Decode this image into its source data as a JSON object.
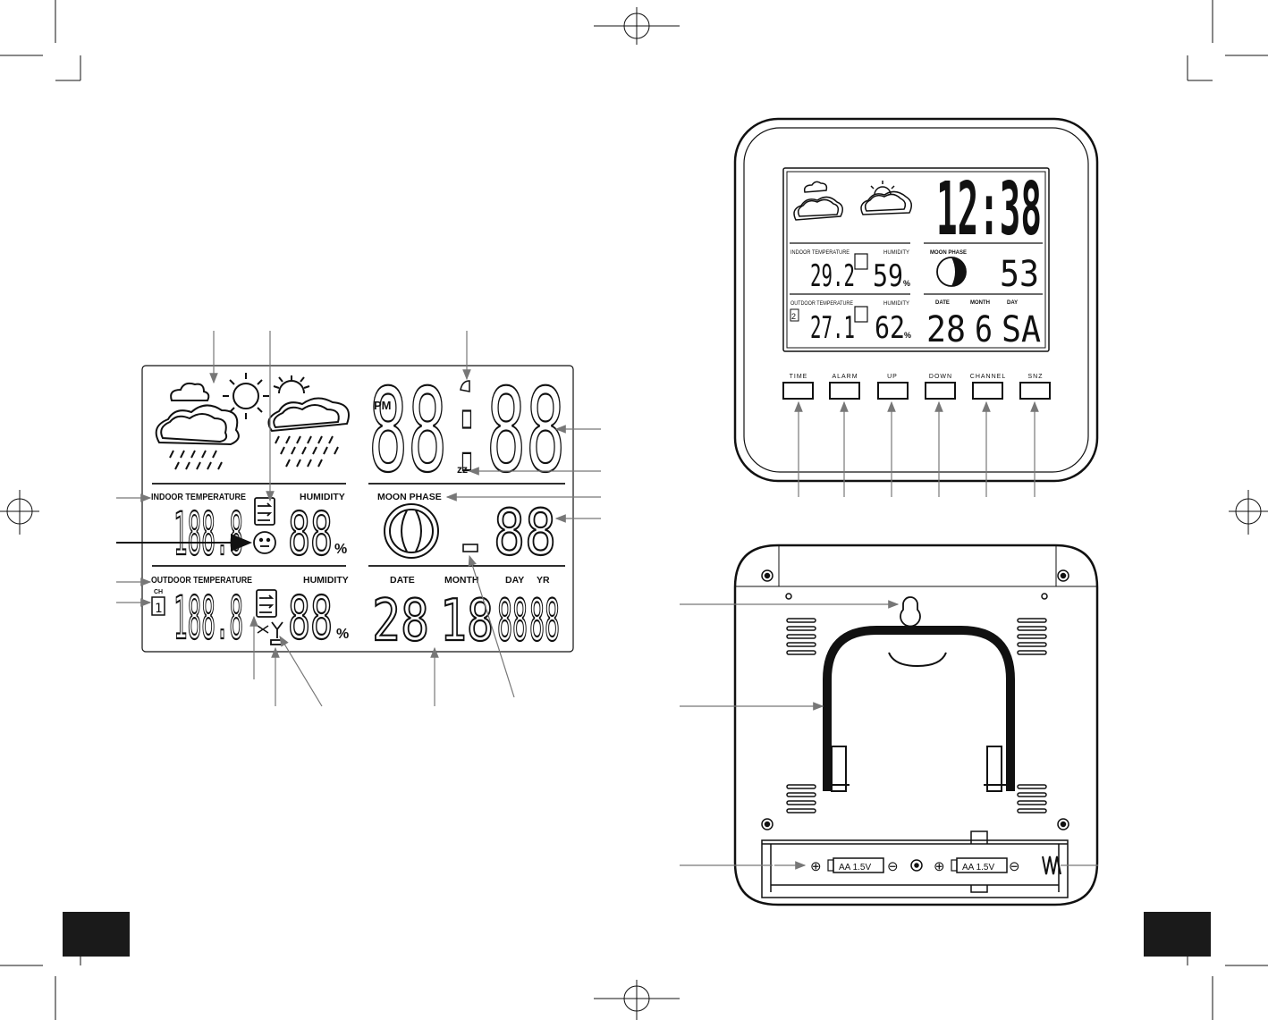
{
  "lcd_diagram": {
    "indoor_label": "INDOOR TEMPERATURE",
    "humidity_label_1": "HUMIDITY",
    "outdoor_label": "OUTDOOR TEMPERATURE",
    "humidity_label_2": "HUMIDITY",
    "moon_phase_label": "MOON PHASE",
    "date_label": "DATE",
    "month_label": "MONTH",
    "day_label": "DAY",
    "yr_label": "YR",
    "pm_label": "PM",
    "clock_digits": "88:88",
    "indoor_temp": "188.8",
    "indoor_humidity": "88",
    "outdoor_temp": "188.8",
    "outdoor_humidity": "88",
    "moon_digits": "88",
    "date_digits": "28",
    "month_digits": "18",
    "day_digits": "88",
    "yr_digits": "88",
    "percent_1": "%",
    "percent_2": "%",
    "zz": "zz",
    "ch_label": "CH",
    "ch_value": "1"
  },
  "front_view": {
    "time_display": "12:38",
    "indoor_label": "INDOOR TEMPERATURE",
    "humidity_label_1": "HUMIDITY",
    "indoor_temp": "29.2",
    "indoor_humidity": "59",
    "percent_1": "%",
    "outdoor_label": "OUTDOOR TEMPERATURE",
    "humidity_label_2": "HUMIDITY",
    "outdoor_temp": "27.1",
    "outdoor_humidity": "62",
    "percent_2": "%",
    "moon_phase_label": "MOON PHASE",
    "moon_value": "53",
    "date_label": "DATE",
    "month_label": "MONTH",
    "day_label": "DAY",
    "date_value": "28",
    "month_value": "6",
    "day_value": "SA",
    "ch_value": "2",
    "buttons": [
      "TIME",
      "ALARM",
      "UP",
      "DOWN",
      "CHANNEL",
      "SNZ"
    ]
  },
  "back_view": {
    "battery_1": "AA  1.5V",
    "battery_2": "AA  1.5V",
    "plus": "⊕",
    "minus": "⊖"
  },
  "colors": {
    "ink": "#111111",
    "arrow": "#777777",
    "tab": "#1a1a1a"
  }
}
